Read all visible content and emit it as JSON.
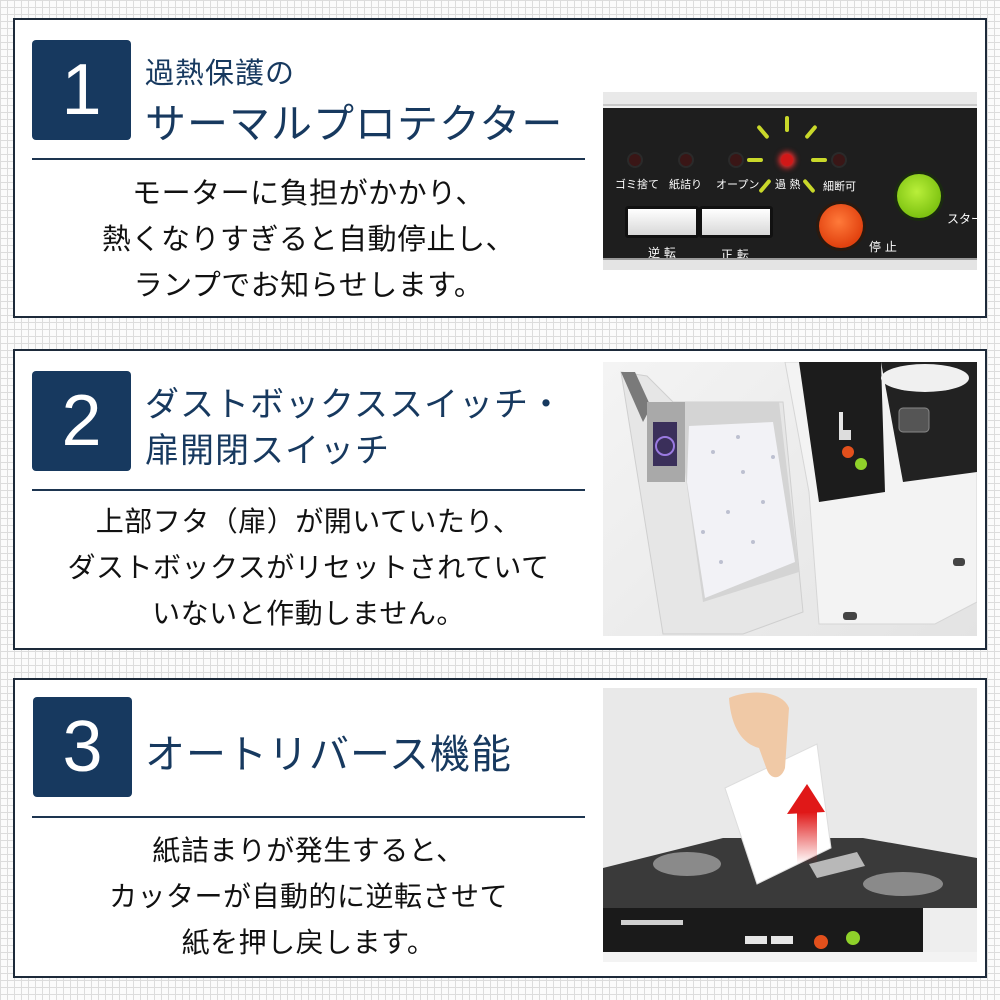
{
  "panels": [
    {
      "number": "1",
      "title_line1": "過熱保護の",
      "title_line2": "サーマルプロテクター",
      "description_lines": [
        "モーターに負担がかかり、",
        "熱くなりすぎると自動停止し、",
        "ランプでお知らせします。"
      ],
      "photo": {
        "subject": "shredder-control-panel-overheat-lamp",
        "indicator_labels": [
          "ゴミ捨て",
          "紙詰り",
          "オープン",
          "過 熱",
          "細断可"
        ],
        "active_indicator": "過 熱",
        "button_labels": {
          "reverse": "逆 転",
          "forward": "正 転",
          "stop": "停 止",
          "start": "スター"
        }
      }
    },
    {
      "number": "2",
      "title_line1": "ダストボックススイッチ・",
      "title_line2": "扉開閉スイッチ",
      "description_lines": [
        "上部フタ（扉）が開いていたり、",
        "ダストボックスがリセットされていて",
        "いないと作動しません。"
      ],
      "photo": {
        "subject": "shredder-with-open-dust-box-full-of-shredded-paper"
      }
    },
    {
      "number": "3",
      "title_line1": "オートリバース機能",
      "description_lines": [
        "紙詰まりが発生すると、",
        "カッターが自動的に逆転させて",
        "紙を押し戻します。"
      ],
      "photo": {
        "subject": "hand-pulling-paper-out-of-shredder-with-red-up-arrow"
      }
    }
  ],
  "colors": {
    "accent_navy": "#17395f",
    "panel_border": "#1d2a3a",
    "stop_button": "#e2420f",
    "start_button": "#7fc412",
    "overheat_led": "#d11818",
    "arrow_red": "#e01818"
  }
}
